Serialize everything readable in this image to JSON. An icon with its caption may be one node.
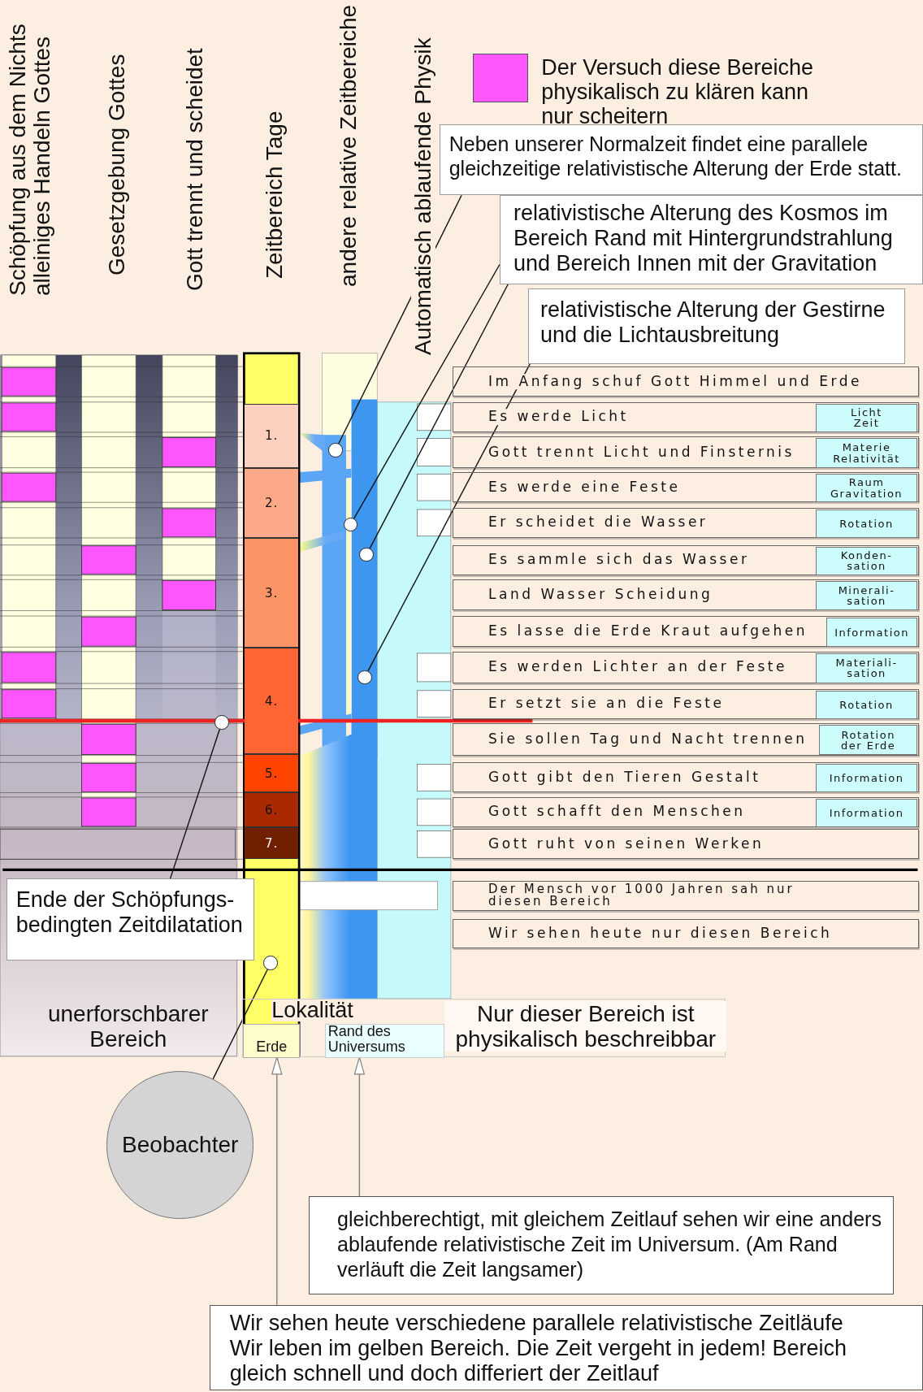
{
  "diagram": {
    "nodes": [
      {
        "text": [
          "Neben unserer Normalzeit findet eine parallele gleichzeitige relativistische Alterung der Erde statt."
        ]
      },
      {
        "text": [
          "relativistische Alterung des Kosmos im Bereich Rand mit Hintergrundstrahlung und Bereich Innen mit der Gravitation"
        ]
      },
      {
        "text": [
          "relativistische Alterung der Gestirne und die Lichtausbreitung"
        ]
      },
      {
        "text": [
          "Im Anfang schuf Gott Himmel und Erde"
        ]
      },
      {
        "text": [
          "Es werde Licht"
        ]
      },
      {
        "text": [
          "Licht Zeit"
        ],
        "in": 4
      },
      {
        "text": [
          "Gott trennt Licht und Finsternis"
        ]
      },
      {
        "text": [
          "Materie Relativität"
        ],
        "in": 6
      },
      {
        "text": [
          "Es werde eine Feste"
        ]
      },
      {
        "text": [
          "Raum Gravitation"
        ],
        "in": 8
      },
      {
        "text": [
          "Er scheidet die Wasser"
        ]
      },
      {
        "text": [
          "Rotation"
        ],
        "in": 10
      },
      {
        "text": [
          "Es sammle sich das Wasser"
        ]
      },
      {
        "text": [
          "Konden- sation"
        ],
        "in": 12
      },
      {
        "text": [
          "Land Wasser Scheidung"
        ]
      },
      {
        "text": [
          "Minerali- sation"
        ],
        "in": 14
      },
      {
        "text": [
          "Es lasse die Erde Kraut aufgehen"
        ]
      },
      {
        "text": [
          "Information"
        ],
        "in": 16
      },
      {
        "text": [
          "Es werden Lichter an der Feste"
        ]
      },
      {
        "text": [
          "Materiali- sation"
        ],
        "in": 18
      },
      {
        "text": [
          "Er setzt sie an die Feste"
        ]
      },
      {
        "text": [
          "Rotation"
        ],
        "in": 20
      },
      {
        "text": [
          "Sie sollen Tag und Nacht trennen"
        ]
      },
      {
        "text": [
          "Rotation der Erde"
        ],
        "in": 22
      },
      {
        "text": [
          "Gott gibt den Tieren Gestalt"
        ]
      },
      {
        "text": [
          "Information"
        ],
        "in": 24
      },
      {
        "text": [
          "Gott schafft den Menschen"
        ]
      },
      {
        "text": [
          "Information"
        ],
        "in": 26
      },
      {
        "text": [
          "Gott ruht von seinen Werken"
        ]
      },
      {
        "text": [
          "Der Mensch vor 1000 Jahren sah nur diesen Bereich"
        ]
      },
      {
        "text": [
          "Wir sehen heute nur diesen Bereich"
        ]
      },
      {
        "text": [
          "1."
        ]
      },
      {
        "text": [
          "2."
        ]
      },
      {
        "text": [
          "3."
        ]
      },
      {
        "text": [
          "4."
        ]
      },
      {
        "text": [
          "5."
        ]
      },
      {
        "text": [
          "6."
        ]
      },
      {
        "text": [
          "7."
        ]
      },
      {
        "text": [],
        "shape": "circle"
      },
      {
        "text": [],
        "shape": "circle"
      },
      {
        "text": [],
        "shape": "circle"
      },
      {
        "text": [],
        "shape": "circle"
      },
      {
        "text": [],
        "shape": "circle"
      },
      {
        "text": [],
        "shape": "circle"
      },
      {
        "text": [
          "Ende der Schöpfungs- bedingten Zeitdilatation"
        ]
      },
      {
        "text": [
          "Lokalität",
          "Nur dieser Bereich ist physikalisch beschreibbar"
        ]
      },
      {
        "text": [
          "Erde"
        ],
        "in": 45
      },
      {
        "text": [
          "Rand des Universums"
        ],
        "in": 45
      },
      {
        "text": [
          "Beobachter"
        ]
      },
      {
        "text": [
          "gleichberechtigt, mit gleichem Zeitlauf sehen wir eine anders ablaufende relativistische Zeit im Universum. (Am Rand verläuft die Zeit langsamer)"
        ]
      },
      {
        "text": [
          "Wir sehen heute verschiedene parallele relativistische Zeitläufe Wir leben im gelben Bereich. Die Zeit vergeht in jedem! Bereich gleich schnell und doch differiert der Zeitlauf"
        ]
      }
    ],
    "edges": [
      {
        "from": 0,
        "to": 38,
        "arrow": "none"
      },
      {
        "from": 1,
        "to": 39,
        "arrow": "none"
      },
      {
        "from": 1,
        "to": 40,
        "arrow": "none"
      },
      {
        "from": 2,
        "to": 41,
        "arrow": "none"
      },
      {
        "from": 44,
        "to": 42,
        "arrow": "none"
      },
      {
        "from": 48,
        "to": 43,
        "arrow": "none"
      },
      {
        "from": 49,
        "to": 47,
        "arrow": "to",
        "color": "#808080"
      },
      {
        "from": 50,
        "to": 46,
        "arrow": "to",
        "color": "#808080"
      }
    ],
    "labels": [
      "Schöpfung aus dem Nichts alleiniges Handeln Gottes",
      "Gesetzgebung Gottes",
      "Gott trennt und scheidet",
      "Zeitbereich Tage",
      "andere relative Zeitbereiche",
      "Automatisch ablaufende Physik",
      "unerforschbarer Bereich"
    ],
    "legend": [
      {
        "text": "Der Versuch diese Bereiche physikalisch zu klären kann nur scheitern",
        "color": "#ff55ff"
      }
    ]
  }
}
